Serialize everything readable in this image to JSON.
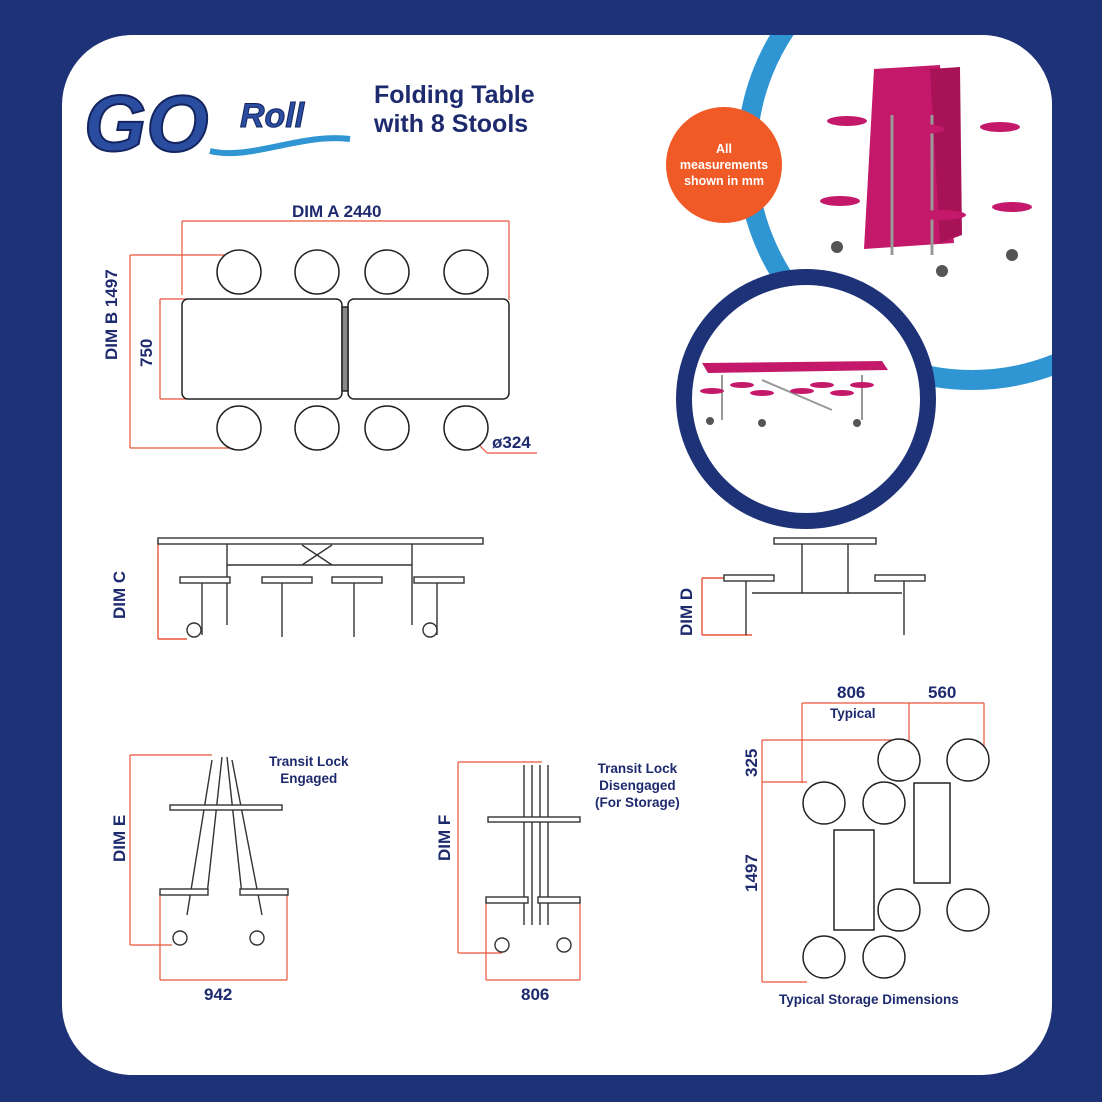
{
  "brand": {
    "logo_text_go": "GO",
    "logo_text_roll": "Roll"
  },
  "title": {
    "line1": "Folding Table",
    "line2": "with 8 Stools"
  },
  "badge": {
    "line1": "All",
    "line2": "measurements",
    "line3": "shown in mm"
  },
  "plan_view": {
    "dim_a": "DIM A 2440",
    "dim_b": "DIM B 1497",
    "table_depth": "750",
    "stool_diameter": "ø324"
  },
  "side_view": {
    "dim_c": "DIM C"
  },
  "end_view": {
    "dim_d": "DIM D"
  },
  "folded_engaged": {
    "dim_e": "DIM E",
    "label_line1": "Transit Lock",
    "label_line2": "Engaged",
    "width": "942"
  },
  "folded_disengaged": {
    "dim_f": "DIM F",
    "label_line1": "Transit Lock",
    "label_line2": "Disengaged",
    "label_line3": "(For Storage)",
    "width": "806"
  },
  "storage": {
    "width_typical": "806",
    "typical_label": "Typical",
    "offset_width": "560",
    "offset_height": "325",
    "height": "1497",
    "caption": "Typical Storage Dimensions"
  },
  "colors": {
    "navy": "#1e3277",
    "accent_orange": "#ef5a26",
    "light_blue": "#2f95d3",
    "magenta": "#c4196a",
    "dimension_line": "#e8533a"
  }
}
